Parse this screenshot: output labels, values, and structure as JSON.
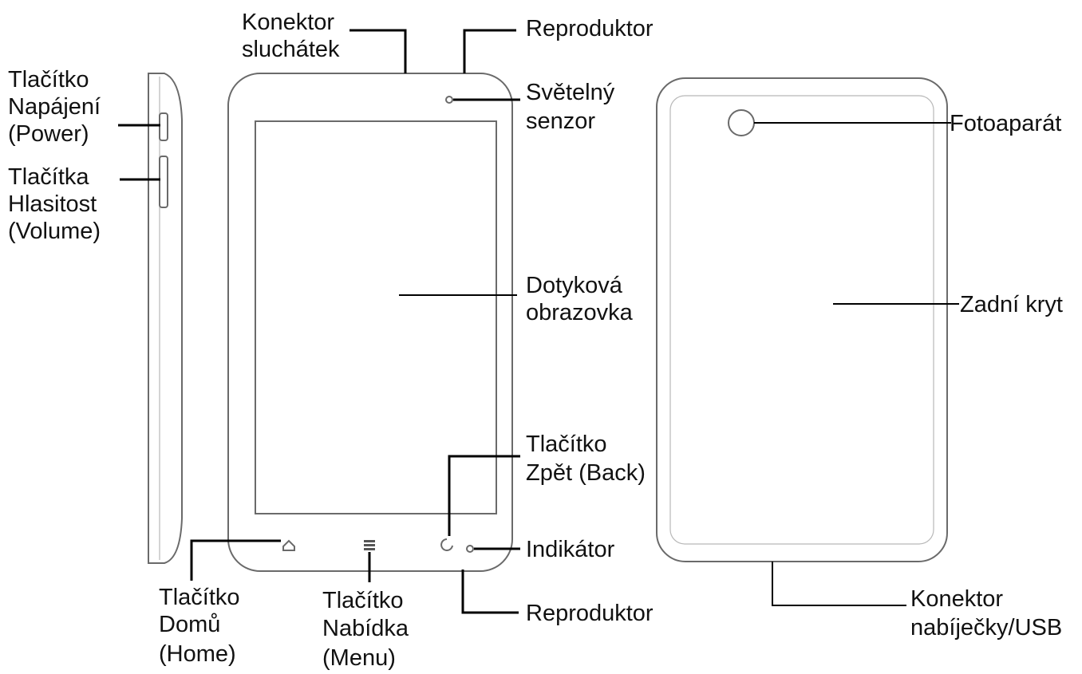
{
  "labels": {
    "power": [
      "Tlačítko",
      "Napájení",
      "(Power)"
    ],
    "volume": [
      "Tlačítka",
      "Hlasitost",
      "(Volume)"
    ],
    "headphone_jack": [
      "Konektor",
      "sluchátek"
    ],
    "speaker_top": [
      "Reproduktor"
    ],
    "light_sensor": [
      "Světelný",
      "senzor"
    ],
    "touchscreen": [
      "Dotyková",
      "obrazovka"
    ],
    "back_button": [
      "Tlačítko",
      "Zpět (Back)"
    ],
    "indicator": [
      "Indikátor"
    ],
    "home_button": [
      "Tlačítko",
      "Domů",
      "(Home)"
    ],
    "menu_button": [
      "Tlačítko",
      "Nabídka",
      "(Menu)"
    ],
    "speaker_bottom": [
      "Reproduktor"
    ],
    "camera": [
      "Fotoaparát"
    ],
    "back_cover": [
      "Zadní kryt"
    ],
    "charger_usb": [
      "Konektor",
      "nabíječky/USB"
    ]
  }
}
